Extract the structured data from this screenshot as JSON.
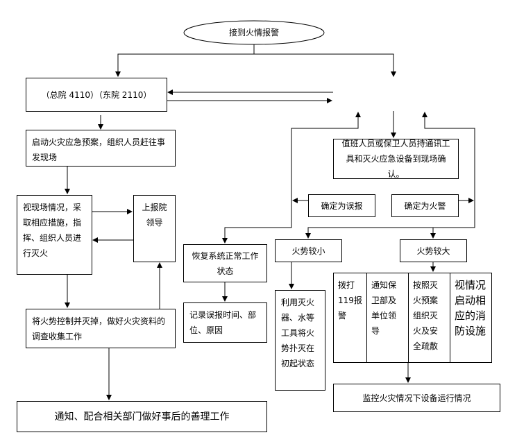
{
  "nodes": {
    "start": "接到火情报警",
    "phone": "（总院 4110）（东院 2110）",
    "plan": "启动火灾应急预案，组织人员赶往事发现场",
    "command": "视现场情况，采取相应措施，指挥、组织人员进行灭火",
    "report": "上报院领导",
    "confirm": "值班人员或保卫人员持通讯工具和灭火应急设备到现场确认。",
    "false_alarm": "确定为误报",
    "fire_alarm": "确定为火警",
    "restore": "恢复系统正常工作状态",
    "record": "记录误报时间、部位、原因",
    "small_fire": "火势较小",
    "large_fire": "火势较大",
    "extinguish": "利用灭火器、水等工具将火势扑灭在初起状态",
    "control": "将火势控制并灭掉，做好火灾资料的调查收集工作",
    "notify": "通知、配合相关部门做好事后的善理工作",
    "monitor": "监控火灾情况下设备运行情况",
    "actions": [
      "拨打119报警",
      "通知保卫部及单位领导",
      "按照灭火预案组织灭火及安全疏散",
      "视情况启动相应的消防设施"
    ]
  }
}
